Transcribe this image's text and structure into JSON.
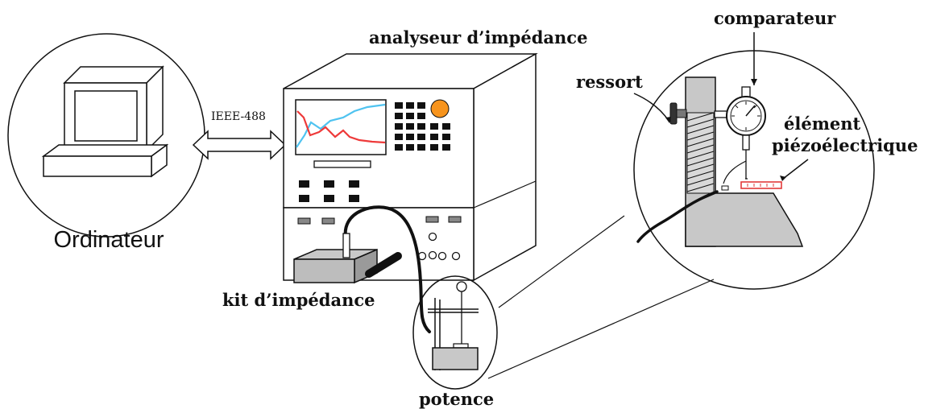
{
  "labels": {
    "computer": "Ordinateur",
    "bus": "IEEE-488",
    "analyzer": "analyseur d’impédance",
    "kit": "kit d’impédance",
    "stand": "potence",
    "gauge": "comparateur",
    "spring": "ressort",
    "element_line1": "élément",
    "element_line2": "piézoélectrique"
  },
  "colors": {
    "trace_blue": "#4fc3f0",
    "trace_red": "#ee3a3a",
    "knob": "#f7941d",
    "element": "#e23a3a",
    "gray_fill": "#c8c8c8"
  }
}
